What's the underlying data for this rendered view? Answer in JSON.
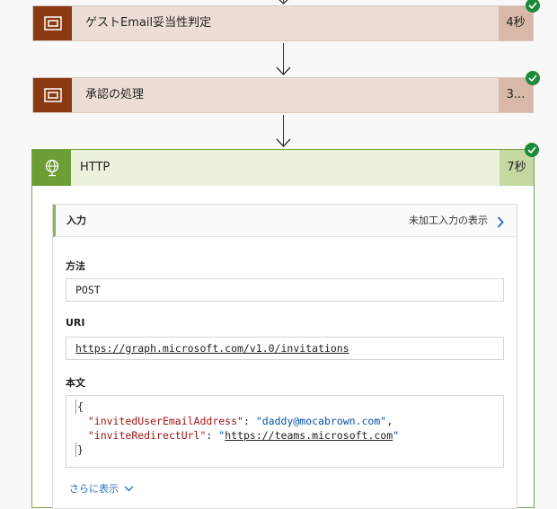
{
  "steps": [
    {
      "title": "ゲストEmail妥当性判定",
      "duration": "4秒"
    },
    {
      "title": "承認の処理",
      "duration": "3..."
    }
  ],
  "http": {
    "title": "HTTP",
    "duration": "7秒",
    "inputs": {
      "header_label": "入力",
      "raw_inputs_label": "未加工入力の表示",
      "method_label": "方法",
      "method_value": "POST",
      "uri_label": "URI",
      "uri_value": "https://graph.microsoft.com/v1.0/invitations",
      "body_label": "本文",
      "body": {
        "open": "{",
        "line1_key": "\"invitedUserEmailAddress\"",
        "line1_sep": ": ",
        "line1_val": "\"daddy@mocabrown.com\"",
        "line1_end": ",",
        "line2_key": "\"inviteRedirectUrl\"",
        "line2_sep": ": ",
        "line2_q1": "\"",
        "line2_link": "https://teams.microsoft.com",
        "line2_q2": "\"",
        "close": "}"
      },
      "show_more": "さらに表示"
    }
  },
  "colors": {
    "step_icon": "#8a3a10",
    "http_icon": "#6e9d36",
    "success": "#1c8a3b",
    "link": "#2f6ec9"
  },
  "icons": {
    "step": "scope-icon",
    "http": "globe-icon",
    "status": "checkmark-icon"
  }
}
